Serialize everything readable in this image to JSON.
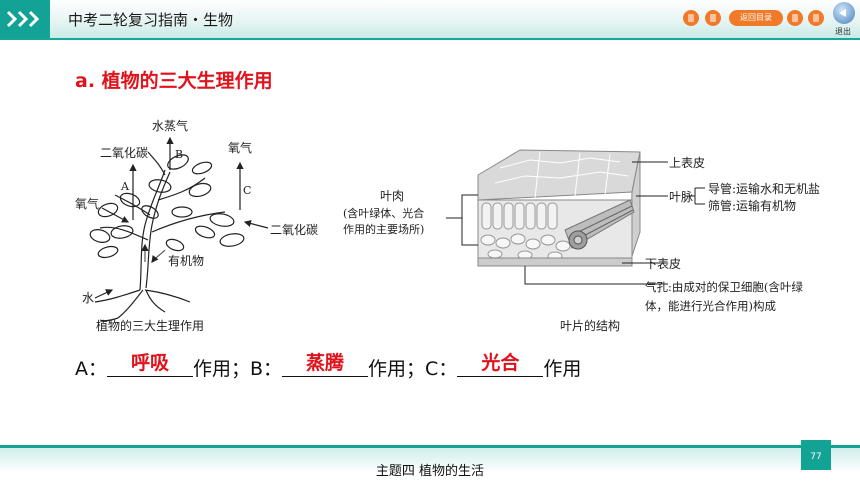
{
  "header": {
    "title": "中考二轮复习指南・生物",
    "nav": {
      "toc_label": "返回目录",
      "exit_label": "退出"
    }
  },
  "section_title": "a. 植物的三大生理作用",
  "figure_left": {
    "labels": {
      "water_vapor": "水蒸气",
      "co2_top": "二氧化碳",
      "b": "B",
      "oxygen_top": "氧气",
      "a": "A",
      "c": "C",
      "oxygen_left": "氧气",
      "co2_right": "二氧化碳",
      "organic": "有机物",
      "water": "水"
    },
    "caption": "植物的三大生理作用"
  },
  "figure_right": {
    "labels": {
      "upper_epidermis": "上表皮",
      "mesophyll_1": "叶肉",
      "mesophyll_2": "(含叶绿体、光合",
      "mesophyll_3": "作用的主要场所)",
      "vein": "叶脉",
      "xylem": "导管:运输水和无机盐",
      "phloem": "筛管:运输有机物",
      "lower_epidermis": "下表皮",
      "stomata_1": "气孔:由成对的保卫细胞(含叶绿",
      "stomata_2": "体，能进行光合作用)构成"
    },
    "caption": "叶片的结构"
  },
  "answers": {
    "a_label": "A：",
    "a_answer": "呼吸",
    "a_suffix": "作用；B：",
    "b_answer": "蒸腾",
    "b_suffix": "作用；C：",
    "c_answer": "光合",
    "c_suffix": "作用"
  },
  "footer": {
    "topic": "主题四    植物的生活",
    "page": "77"
  },
  "colors": {
    "accent_teal": "#13a396",
    "answer_red": "#e0121b",
    "nav_orange": "#f07a28"
  }
}
